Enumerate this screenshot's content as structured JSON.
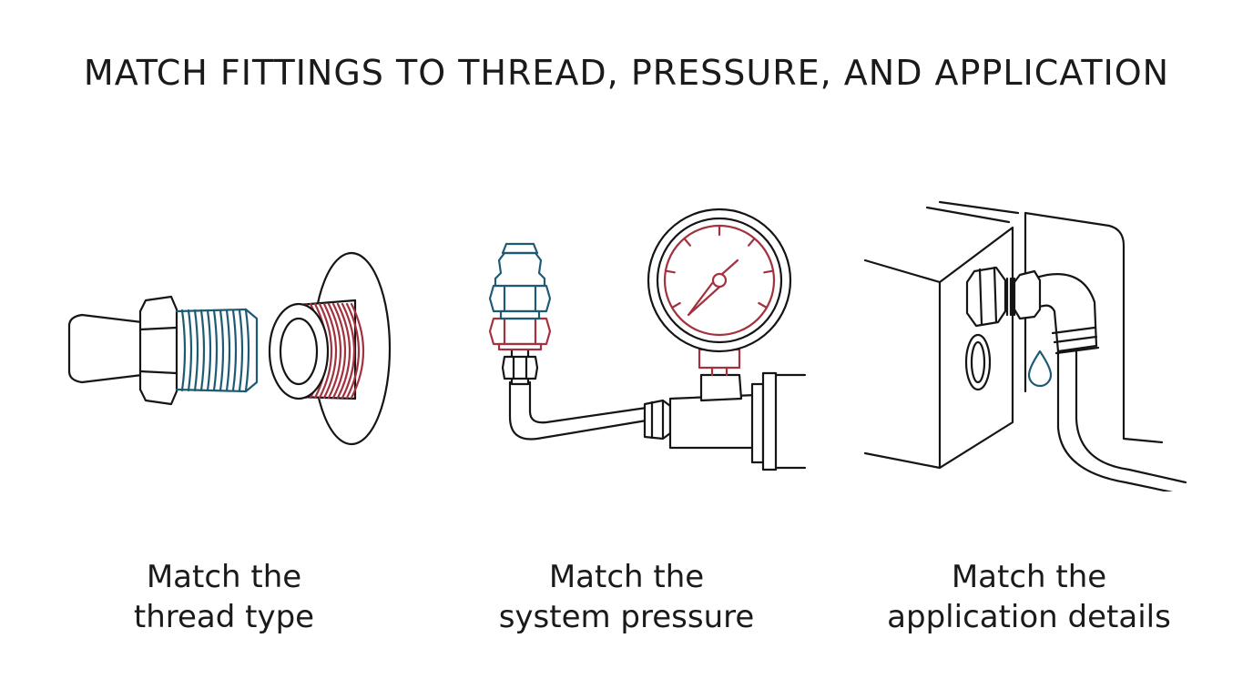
{
  "title": "MATCH FITTINGS TO THREAD, PRESSURE, AND APPLICATION",
  "colors": {
    "ink": "#151515",
    "blue": "#1e5a73",
    "red": "#a3313e"
  },
  "panels": [
    {
      "icon": "threaded-fitting-icon",
      "caption_line1": "Match the",
      "caption_line2": "thread type"
    },
    {
      "icon": "pressure-gauge-icon",
      "caption_line1": "Match the",
      "caption_line2": "system pressure"
    },
    {
      "icon": "elbow-fitting-icon",
      "caption_line1": "Match the",
      "caption_line2": "application details"
    }
  ]
}
